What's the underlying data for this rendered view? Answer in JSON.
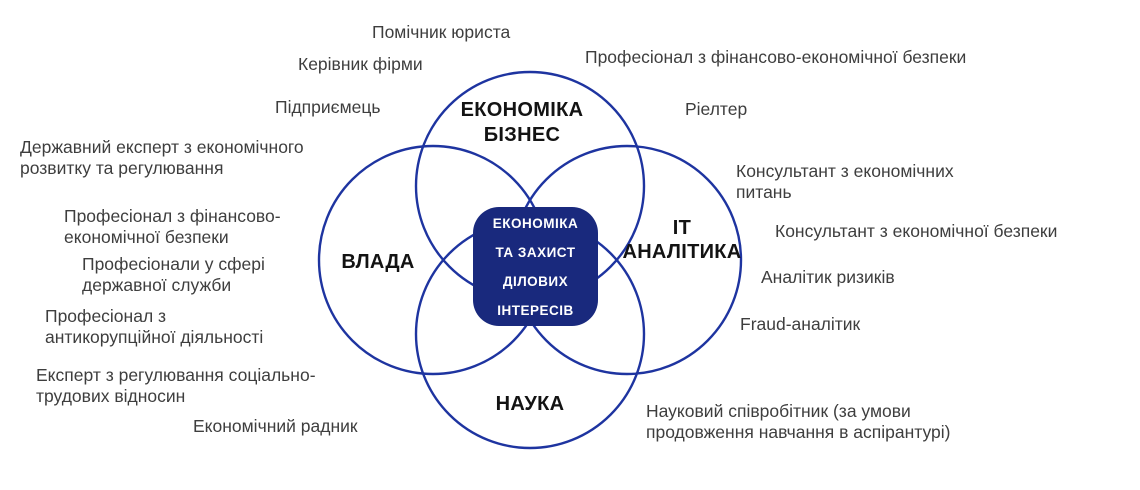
{
  "diagram": {
    "type": "venn-4-circles",
    "colors": {
      "circle_stroke": "#1E34A0",
      "center_box_fill": "#19297D",
      "center_box_text": "#FFFFFF",
      "circle_label_text": "#131313",
      "profession_text": "#3E3E3E",
      "background": "#FFFFFF"
    },
    "center_box": {
      "text": "ЕКОНОМІКА\nТА ЗАХИСТ\nДІЛОВИХ\nІНТЕРЕСІВ"
    },
    "circles": [
      {
        "name": "economics-business",
        "label": "ЕКОНОМІКА\nБІЗНЕС"
      },
      {
        "name": "power",
        "label": "ВЛАДА"
      },
      {
        "name": "it-analytics",
        "label": "ІТ\nАНАЛІТИКА"
      },
      {
        "name": "science",
        "label": "НАУКА"
      }
    ],
    "professions": [
      {
        "text": "Помічник юриста"
      },
      {
        "text": "Керівник фірми"
      },
      {
        "text": "Професіонал з фінансово-економічної безпеки"
      },
      {
        "text": "Підприємець"
      },
      {
        "text": "Ріелтер"
      },
      {
        "text": "Державний експерт з економічного\nрозвитку та регулювання"
      },
      {
        "text": "Професіонал з фінансово-\nекономічної безпеки"
      },
      {
        "text": "Професіонали у сфері\nдержавної служби"
      },
      {
        "text": "Професіонал з\nантикорупційної діяльності"
      },
      {
        "text": "Експерт з регулювання соціально-\nтрудових відносин"
      },
      {
        "text": "Економічний радник"
      },
      {
        "text": "Консультант з економічних\nпитань"
      },
      {
        "text": "Консультант з економічної безпеки"
      },
      {
        "text": "Аналітик ризиків"
      },
      {
        "text": "Fraud-аналітик"
      },
      {
        "text": "Науковий співробітник (за умови\nпродовження навчання в аспірантурі)"
      }
    ]
  }
}
